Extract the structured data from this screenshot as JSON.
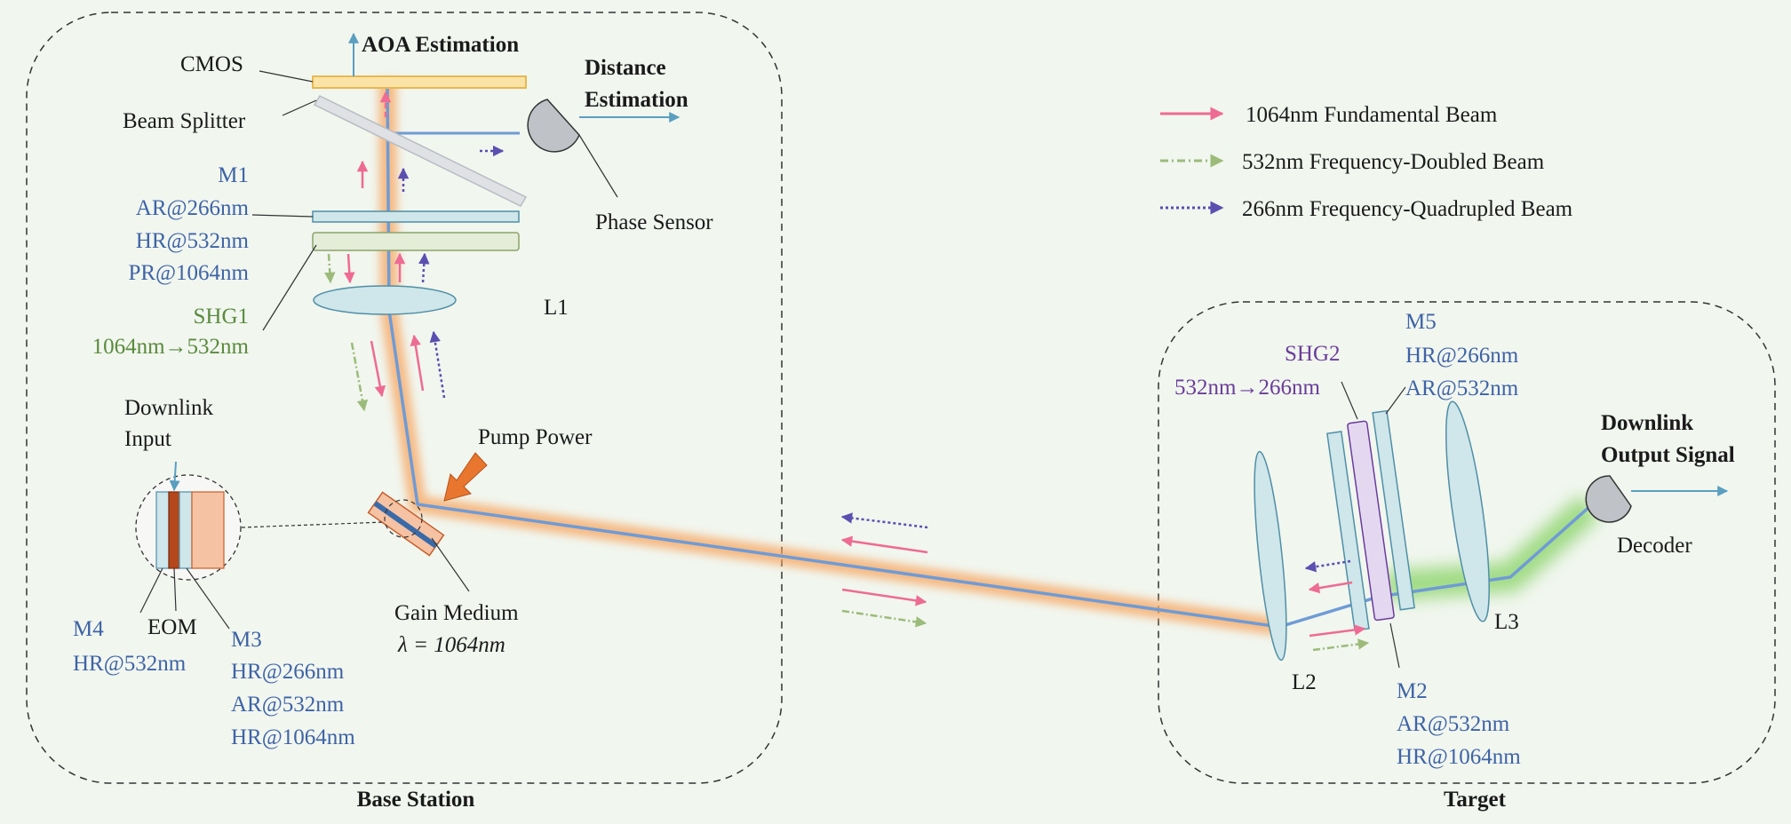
{
  "base_station": {
    "title": "Base Station",
    "cmos": "CMOS",
    "aoa": "AOA Estimation",
    "distance": [
      "Distance",
      "Estimation"
    ],
    "beam_splitter": "Beam Splitter",
    "phase_sensor": "Phase Sensor",
    "m1": [
      "M1",
      "AR@266nm",
      "HR@532nm",
      "PR@1064nm"
    ],
    "shg1": [
      "SHG1",
      "1064nm→532nm"
    ],
    "l1": "L1",
    "pump_power": "Pump Power",
    "downlink_input": [
      "Downlink",
      "Input"
    ],
    "gain_medium": "Gain Medium",
    "gain_lambda": "λ = 1064nm",
    "m4": [
      "M4",
      "HR@532nm"
    ],
    "eom": "EOM",
    "m3": [
      "M3",
      "HR@266nm",
      "AR@532nm",
      "HR@1064nm"
    ]
  },
  "target": {
    "title": "Target",
    "shg2": [
      "SHG2",
      "532nm→266nm"
    ],
    "m5": [
      "M5",
      "HR@266nm",
      "AR@532nm"
    ],
    "downlink_output": [
      "Downlink",
      "Output Signal"
    ],
    "decoder": "Decoder",
    "l2": "L2",
    "l3": "L3",
    "m2": [
      "M2",
      "AR@532nm",
      "HR@1064nm"
    ]
  },
  "legend": [
    {
      "label": "1064nm Fundamental Beam",
      "color": "#ee6b93",
      "style": "solid"
    },
    {
      "label": "532nm Frequency-Doubled Beam",
      "color": "#9cbb7a",
      "style": "dashdot"
    },
    {
      "label": "266nm Frequency-Quadrupled Beam",
      "color": "#5b4fb0",
      "style": "dotted"
    }
  ]
}
